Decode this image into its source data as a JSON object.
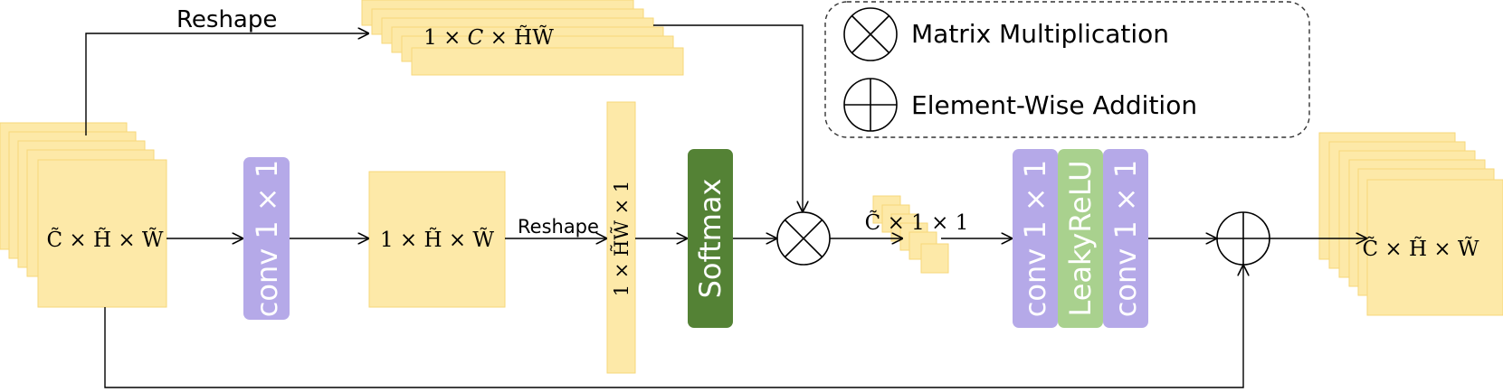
{
  "colors": {
    "feature": "#fde9a8",
    "feature_edge": "#f6d77a",
    "conv": "#b5a9e8",
    "softmax": "#548235",
    "leakyrelu": "#a9d18e",
    "legend_border": "#333333"
  },
  "labels": {
    "reshape_top": "Reshape",
    "reshape_mid": "Reshape",
    "top_stack": "1 × 𝐶 × H̃W̃",
    "input": "C̃ × H̃ × W̃",
    "mid_map": "1 × H̃ × W̃",
    "vector": "1 × H̃W̃ × 1",
    "attention_vec": "C̃ × 1 × 1",
    "output": "C̃ × H̃ × W̃"
  },
  "blocks": {
    "conv1": "conv 1 × 1",
    "softmax": "Softmax",
    "conv2": "conv 1 × 1",
    "leakyrelu": "LeakyReLU",
    "conv3": "conv 1 × 1"
  },
  "legend": {
    "matmul": "Matrix Multiplication",
    "add": "Element-Wise Addition"
  },
  "icons": [
    "matmul-icon",
    "add-icon"
  ]
}
